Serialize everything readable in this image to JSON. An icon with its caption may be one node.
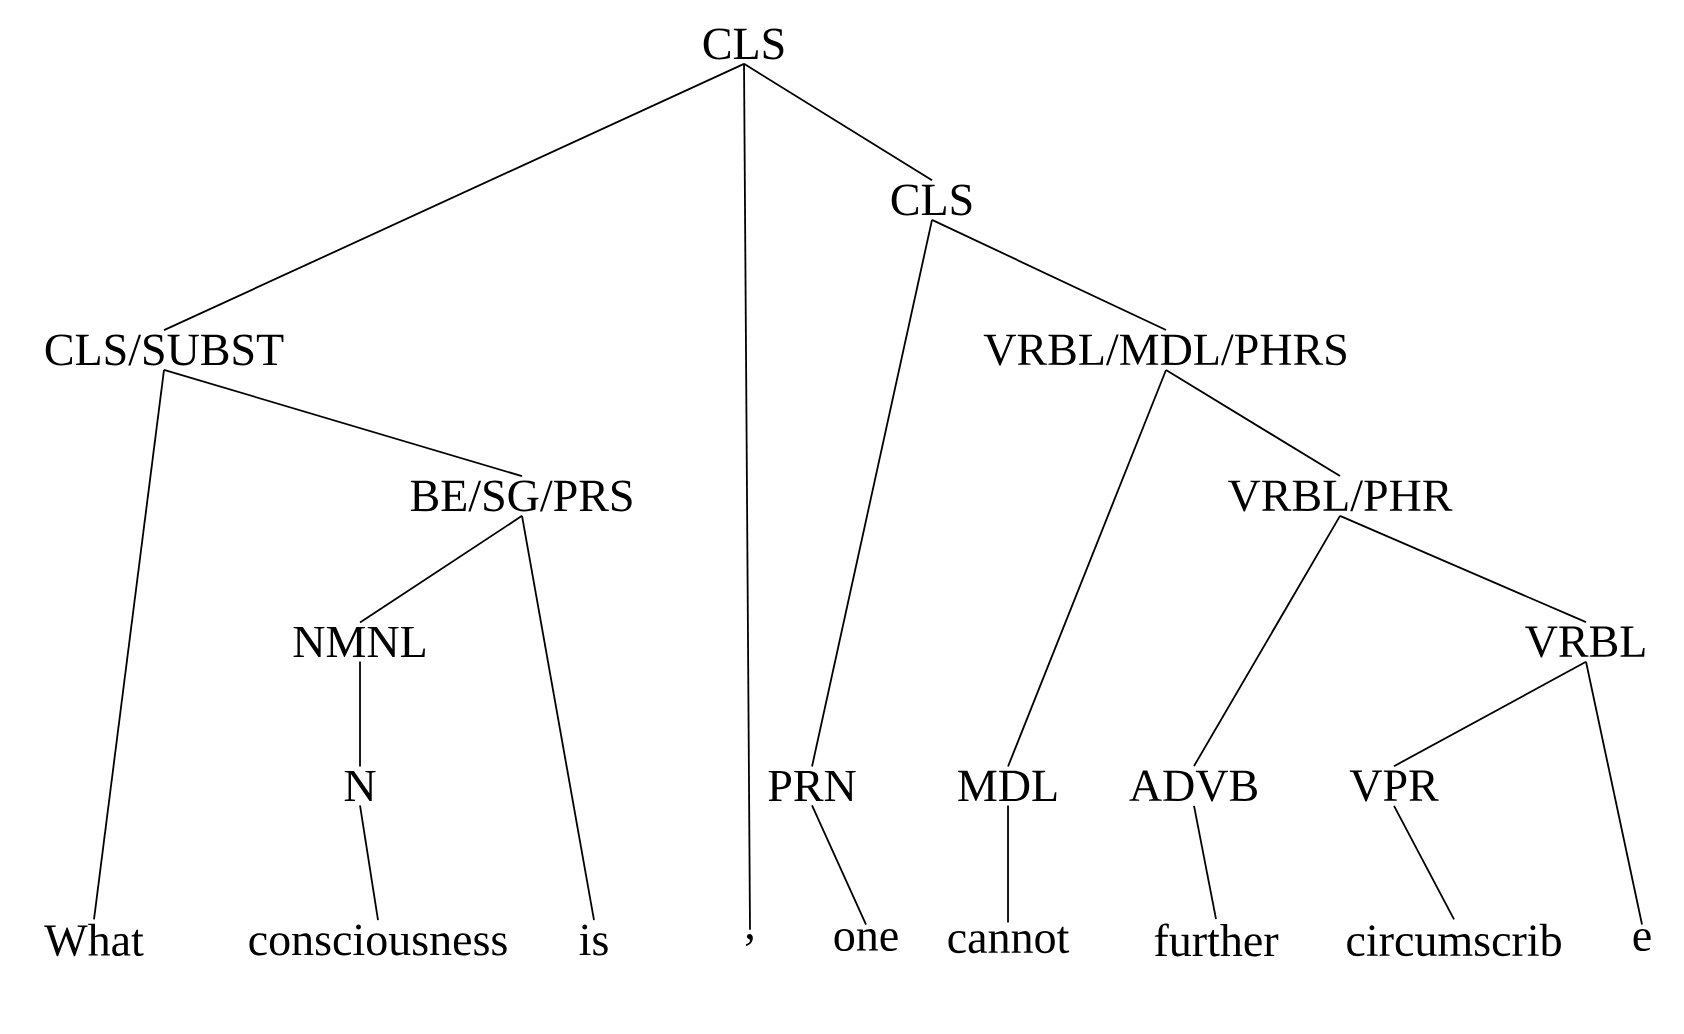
{
  "diagram": {
    "nodes": [
      {
        "text": [
          "CLS"
        ]
      },
      {
        "text": [
          "CLS"
        ]
      },
      {
        "text": [
          "CLS/SUBST"
        ]
      },
      {
        "text": [
          "VRBL/MDL/PHRS"
        ]
      },
      {
        "text": [
          "BE/SG/PRS"
        ]
      },
      {
        "text": [
          "VRBL/PHR"
        ]
      },
      {
        "text": [
          "NMNL"
        ]
      },
      {
        "text": [
          "VRBL"
        ]
      },
      {
        "text": [
          "N"
        ]
      },
      {
        "text": [
          "PRN"
        ]
      },
      {
        "text": [
          "MDL"
        ]
      },
      {
        "text": [
          "ADVB"
        ]
      },
      {
        "text": [
          "VPR"
        ]
      },
      {
        "text": [
          "What"
        ]
      },
      {
        "text": [
          "consciousness"
        ]
      },
      {
        "text": [
          "is"
        ]
      },
      {
        "text": [
          ","
        ]
      },
      {
        "text": [
          "one"
        ]
      },
      {
        "text": [
          "cannot"
        ]
      },
      {
        "text": [
          "further"
        ]
      },
      {
        "text": [
          "circumscrib"
        ]
      },
      {
        "text": [
          "e"
        ]
      }
    ],
    "edges": [
      {
        "from": 0,
        "to": 2,
        "arrow": "none"
      },
      {
        "from": 0,
        "to": 16,
        "arrow": "none"
      },
      {
        "from": 0,
        "to": 1,
        "arrow": "none"
      },
      {
        "from": 1,
        "to": 9,
        "arrow": "none"
      },
      {
        "from": 1,
        "to": 3,
        "arrow": "none"
      },
      {
        "from": 2,
        "to": 13,
        "arrow": "none"
      },
      {
        "from": 2,
        "to": 4,
        "arrow": "none"
      },
      {
        "from": 4,
        "to": 6,
        "arrow": "none"
      },
      {
        "from": 4,
        "to": 15,
        "arrow": "none"
      },
      {
        "from": 6,
        "to": 8,
        "arrow": "none"
      },
      {
        "from": 8,
        "to": 14,
        "arrow": "none"
      },
      {
        "from": 3,
        "to": 10,
        "arrow": "none"
      },
      {
        "from": 3,
        "to": 5,
        "arrow": "none"
      },
      {
        "from": 5,
        "to": 11,
        "arrow": "none"
      },
      {
        "from": 5,
        "to": 7,
        "arrow": "none"
      },
      {
        "from": 7,
        "to": 12,
        "arrow": "none"
      },
      {
        "from": 7,
        "to": 21,
        "arrow": "none"
      },
      {
        "from": 9,
        "to": 17,
        "arrow": "none"
      },
      {
        "from": 10,
        "to": 18,
        "arrow": "none"
      },
      {
        "from": 11,
        "to": 19,
        "arrow": "none"
      },
      {
        "from": 12,
        "to": 20,
        "arrow": "none"
      }
    ]
  }
}
